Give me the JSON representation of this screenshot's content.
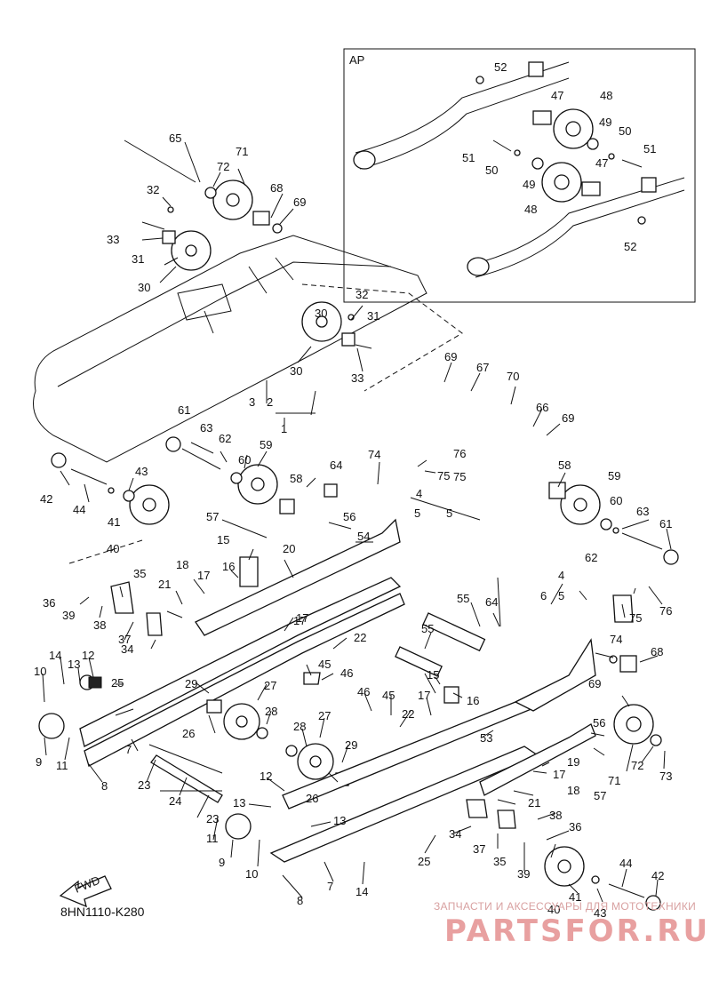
{
  "inset_label": "AP",
  "diagram_code": "8HN1110-K280",
  "fwd_label": "FWD",
  "watermark": {
    "caption": "ЗАПЧАСТИ И АКСЕССУАРЫ ДЛЯ МОТОТЕХНИКИ",
    "logo": "PARTSFOR.RU"
  },
  "callouts": [
    "1",
    "2",
    "3",
    "4",
    "5",
    "6",
    "7",
    "8",
    "9",
    "10",
    "11",
    "12",
    "13",
    "14",
    "15",
    "16",
    "17",
    "18",
    "19",
    "20",
    "21",
    "22",
    "23",
    "24",
    "25",
    "26",
    "27",
    "28",
    "29",
    "30",
    "31",
    "32",
    "33",
    "34",
    "35",
    "36",
    "37",
    "38",
    "39",
    "40",
    "41",
    "42",
    "43",
    "44",
    "45",
    "46",
    "47",
    "48",
    "49",
    "50",
    "51",
    "52",
    "53",
    "54",
    "55",
    "56",
    "57",
    "58",
    "59",
    "60",
    "61",
    "62",
    "63",
    "64",
    "65",
    "66",
    "67",
    "68",
    "69",
    "70",
    "71",
    "72",
    "73",
    "74",
    "75",
    "76"
  ],
  "colors": {
    "line": "#111111",
    "watermark": "#e8a0a0"
  }
}
